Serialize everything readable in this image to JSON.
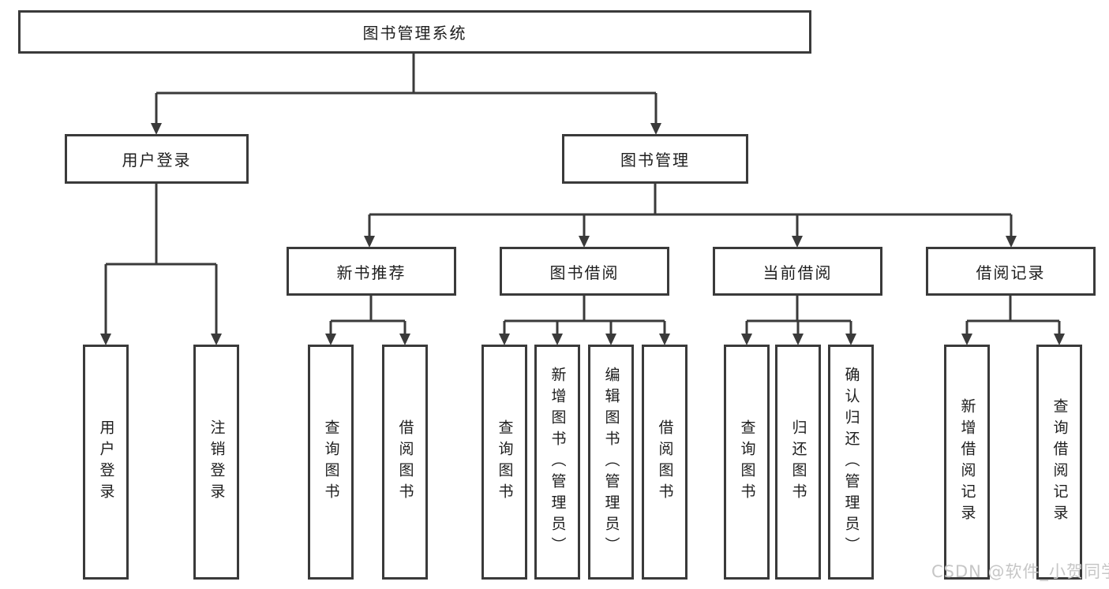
{
  "diagram": {
    "type": "hierarchy-tree",
    "root": {
      "label": "图书管理系统"
    },
    "branches": [
      {
        "label": "用户登录",
        "children": [
          {
            "label": "用户登录"
          },
          {
            "label": "注销登录"
          }
        ]
      },
      {
        "label": "图书管理",
        "children": [
          {
            "label": "新书推荐",
            "children": [
              {
                "label": "查询图书"
              },
              {
                "label": "借阅图书"
              }
            ]
          },
          {
            "label": "图书借阅",
            "children": [
              {
                "label": "查询图书"
              },
              {
                "label": "新增图书（管理员）"
              },
              {
                "label": "编辑图书（管理员）"
              },
              {
                "label": "借阅图书"
              }
            ]
          },
          {
            "label": "当前借阅",
            "children": [
              {
                "label": "查询图书"
              },
              {
                "label": "归还图书"
              },
              {
                "label": "确认归还（管理员）"
              }
            ]
          },
          {
            "label": "借阅记录",
            "children": [
              {
                "label": "新增借阅记录"
              },
              {
                "label": "查询借阅记录"
              }
            ]
          }
        ]
      }
    ]
  },
  "watermark": "CSDN @软件_小贺同学",
  "colors": {
    "line": "#3a3a3a",
    "border": "#3a3a3a",
    "text": "#1e1e1e",
    "background": "#ffffff",
    "watermark_text": "#c6c6c6"
  }
}
